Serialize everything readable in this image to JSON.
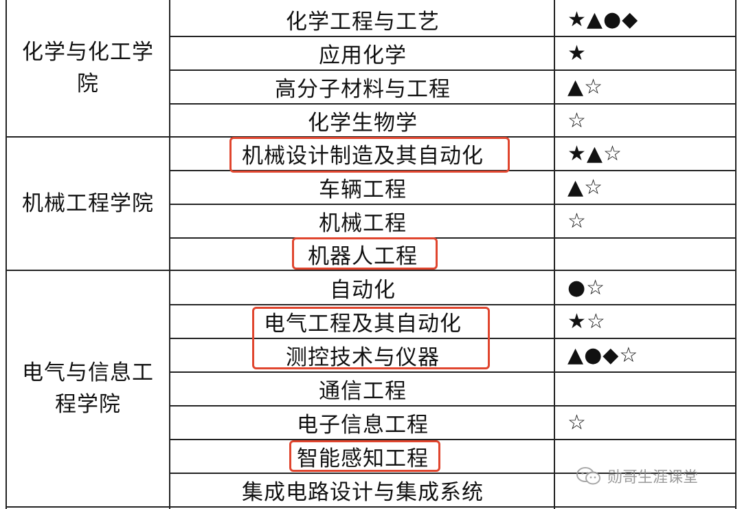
{
  "colleges": [
    {
      "name": "化学与化工学院",
      "majors": [
        {
          "name": "化学工程与工艺",
          "marks": "★▲●◆"
        },
        {
          "name": "应用化学",
          "marks": "★"
        },
        {
          "name": "高分子材料与工程",
          "marks": "▲☆"
        },
        {
          "name": "化学生物学",
          "marks": "☆"
        }
      ]
    },
    {
      "name": "机械工程学院",
      "majors": [
        {
          "name": "机械设计制造及其自动化",
          "marks": "★▲☆"
        },
        {
          "name": "车辆工程",
          "marks": "▲☆"
        },
        {
          "name": "机械工程",
          "marks": "☆"
        },
        {
          "name": "机器人工程",
          "marks": ""
        }
      ]
    },
    {
      "name": "电气与信息工程学院",
      "majors": [
        {
          "name": "自动化",
          "marks": "●☆"
        },
        {
          "name": "电气工程及其自动化",
          "marks": "★☆"
        },
        {
          "name": "测控技术与仪器",
          "marks": "▲●◆☆"
        },
        {
          "name": "通信工程",
          "marks": ""
        },
        {
          "name": "电子信息工程",
          "marks": "☆"
        },
        {
          "name": "智能感知工程",
          "marks": ""
        },
        {
          "name": "集成电路设计与集成系统",
          "marks": ""
        }
      ]
    }
  ],
  "watermark": {
    "icon": "wechat-icon",
    "text": "勋哥生涯课堂"
  },
  "colors": {
    "highlight": "#e0452e",
    "line": "#222222"
  }
}
